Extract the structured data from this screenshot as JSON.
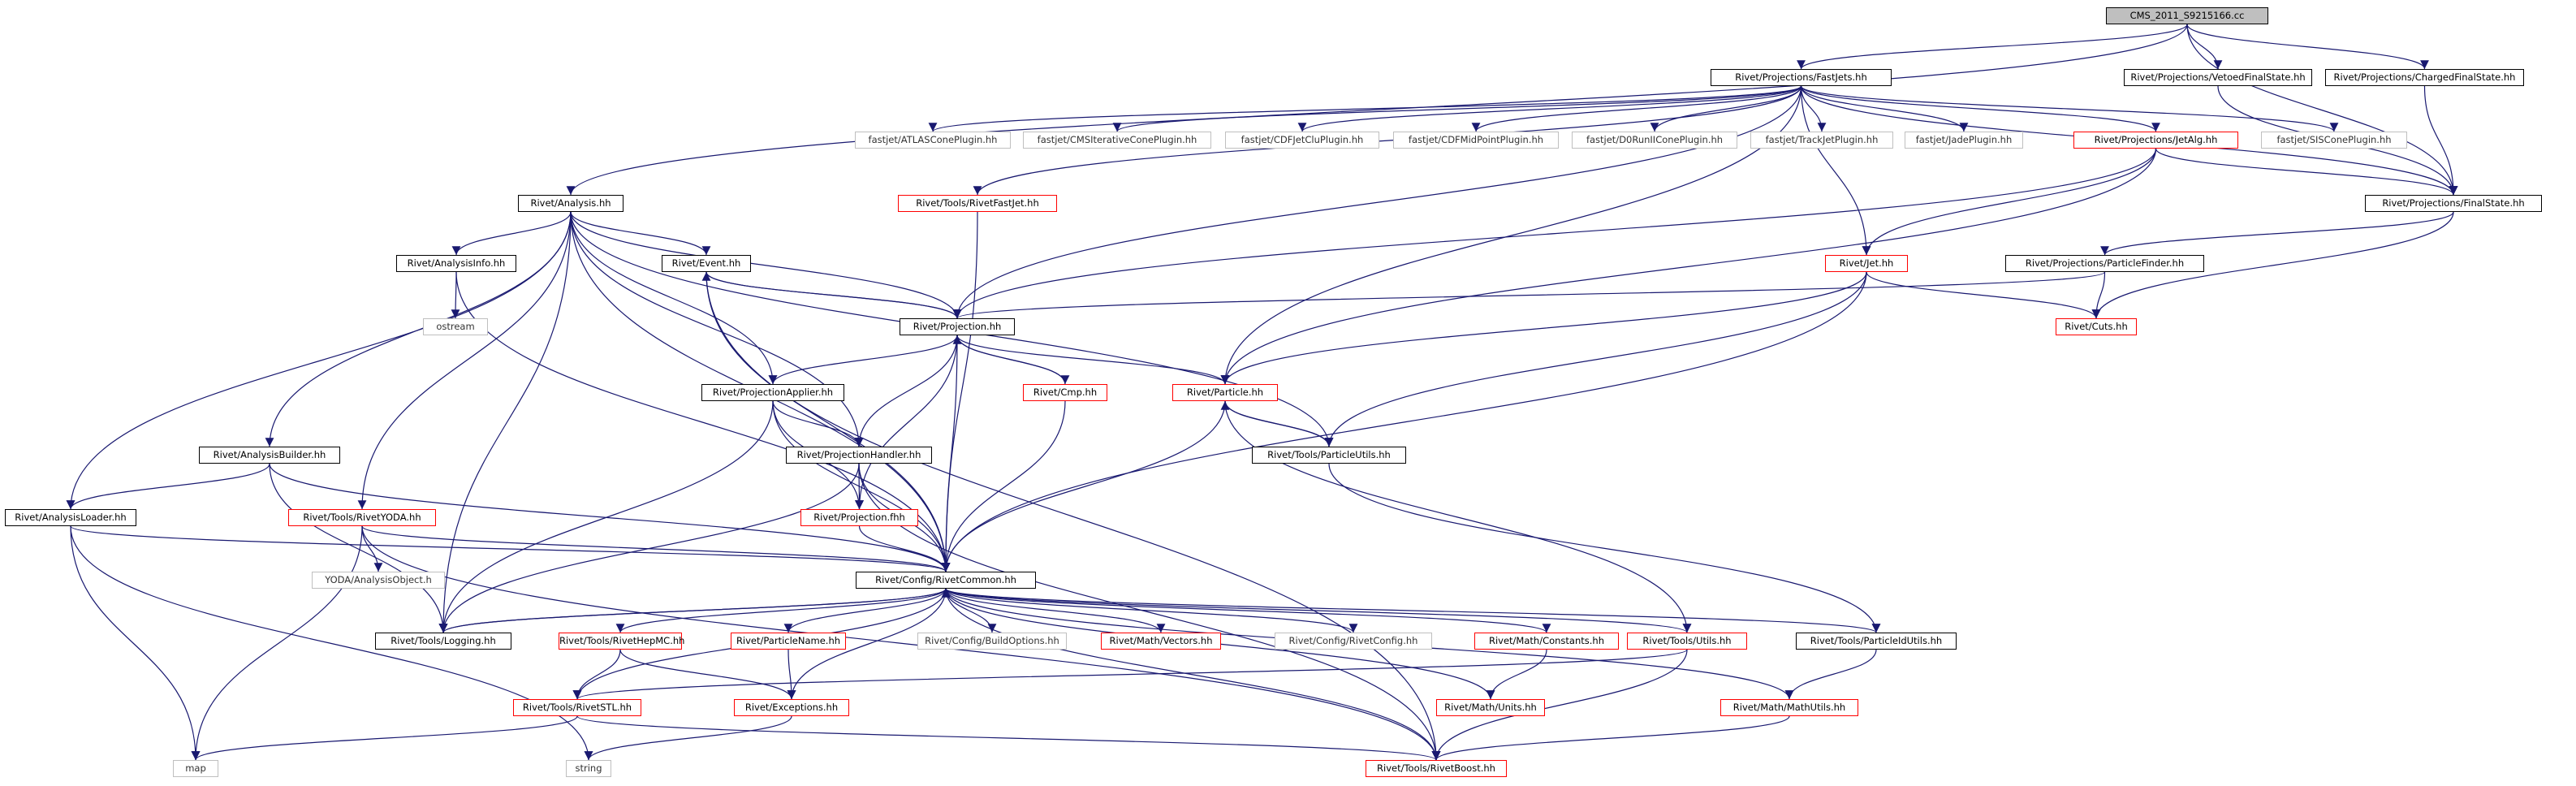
{
  "colors": {
    "edge": "#191970",
    "red_border": "#ff0000",
    "black_border": "#000000",
    "gray_border": "#bfbfbf",
    "root_fill": "#bfbfbf"
  },
  "nodes": [
    {
      "id": "root",
      "label": "CMS_2011_S9215166.cc",
      "kind": "root"
    },
    {
      "id": "fastjets",
      "label": "Rivet/Projections/FastJets.hh",
      "kind": "black"
    },
    {
      "id": "vetoed",
      "label": "Rivet/Projections/VetoedFinalState.hh",
      "kind": "black"
    },
    {
      "id": "charged",
      "label": "Rivet/Projections/ChargedFinalState.hh",
      "kind": "black"
    },
    {
      "id": "atlas",
      "label": "fastjet/ATLASConePlugin.hh",
      "kind": "gray"
    },
    {
      "id": "cmsit",
      "label": "fastjet/CMSIterativeConePlugin.hh",
      "kind": "gray"
    },
    {
      "id": "cdfclu",
      "label": "fastjet/CDFJetCluPlugin.hh",
      "kind": "gray"
    },
    {
      "id": "cdfmid",
      "label": "fastjet/CDFMidPointPlugin.hh",
      "kind": "gray"
    },
    {
      "id": "d0run",
      "label": "fastjet/D0RunIIConePlugin.hh",
      "kind": "gray"
    },
    {
      "id": "trackjet",
      "label": "fastjet/TrackJetPlugin.hh",
      "kind": "gray"
    },
    {
      "id": "jade",
      "label": "fastjet/JadePlugin.hh",
      "kind": "gray"
    },
    {
      "id": "jetalg",
      "label": "Rivet/Projections/JetAlg.hh",
      "kind": "red"
    },
    {
      "id": "siscone",
      "label": "fastjet/SISConePlugin.hh",
      "kind": "gray"
    },
    {
      "id": "analysis",
      "label": "Rivet/Analysis.hh",
      "kind": "black"
    },
    {
      "id": "rivetfastjet",
      "label": "Rivet/Tools/RivetFastJet.hh",
      "kind": "red"
    },
    {
      "id": "finalstate",
      "label": "Rivet/Projections/FinalState.hh",
      "kind": "black"
    },
    {
      "id": "analysisinfo",
      "label": "Rivet/AnalysisInfo.hh",
      "kind": "black"
    },
    {
      "id": "event",
      "label": "Rivet/Event.hh",
      "kind": "black"
    },
    {
      "id": "jet",
      "label": "Rivet/Jet.hh",
      "kind": "red"
    },
    {
      "id": "pfinder",
      "label": "Rivet/Projections/ParticleFinder.hh",
      "kind": "black"
    },
    {
      "id": "ostream",
      "label": "ostream",
      "kind": "gray"
    },
    {
      "id": "projection",
      "label": "Rivet/Projection.hh",
      "kind": "black"
    },
    {
      "id": "cuts",
      "label": "Rivet/Cuts.hh",
      "kind": "red"
    },
    {
      "id": "papplier",
      "label": "Rivet/ProjectionApplier.hh",
      "kind": "black"
    },
    {
      "id": "cmp",
      "label": "Rivet/Cmp.hh",
      "kind": "red"
    },
    {
      "id": "particle",
      "label": "Rivet/Particle.hh",
      "kind": "red"
    },
    {
      "id": "abuilder",
      "label": "Rivet/AnalysisBuilder.hh",
      "kind": "black"
    },
    {
      "id": "phandler",
      "label": "Rivet/ProjectionHandler.hh",
      "kind": "black"
    },
    {
      "id": "putils",
      "label": "Rivet/Tools/ParticleUtils.hh",
      "kind": "black"
    },
    {
      "id": "aloader",
      "label": "Rivet/AnalysisLoader.hh",
      "kind": "black"
    },
    {
      "id": "rivetyoda",
      "label": "Rivet/Tools/RivetYODA.hh",
      "kind": "red"
    },
    {
      "id": "projfhh",
      "label": "Rivet/Projection.fhh",
      "kind": "red"
    },
    {
      "id": "yodaao",
      "label": "YODA/AnalysisObject.h",
      "kind": "gray"
    },
    {
      "id": "common",
      "label": "Rivet/Config/RivetCommon.hh",
      "kind": "black"
    },
    {
      "id": "logging",
      "label": "Rivet/Tools/Logging.hh",
      "kind": "black"
    },
    {
      "id": "hepmc",
      "label": "Rivet/Tools/RivetHepMC.hh",
      "kind": "red"
    },
    {
      "id": "pname",
      "label": "Rivet/ParticleName.hh",
      "kind": "red"
    },
    {
      "id": "buildopt",
      "label": "Rivet/Config/BuildOptions.hh",
      "kind": "gray"
    },
    {
      "id": "vectors",
      "label": "Rivet/Math/Vectors.hh",
      "kind": "red"
    },
    {
      "id": "rivetconfig",
      "label": "Rivet/Config/RivetConfig.hh",
      "kind": "gray"
    },
    {
      "id": "constants",
      "label": "Rivet/Math/Constants.hh",
      "kind": "red"
    },
    {
      "id": "utils",
      "label": "Rivet/Tools/Utils.hh",
      "kind": "red"
    },
    {
      "id": "pidutils",
      "label": "Rivet/Tools/ParticleIdUtils.hh",
      "kind": "black"
    },
    {
      "id": "stl",
      "label": "Rivet/Tools/RivetSTL.hh",
      "kind": "red"
    },
    {
      "id": "exceptions",
      "label": "Rivet/Exceptions.hh",
      "kind": "red"
    },
    {
      "id": "units",
      "label": "Rivet/Math/Units.hh",
      "kind": "red"
    },
    {
      "id": "mathutils",
      "label": "Rivet/Math/MathUtils.hh",
      "kind": "red"
    },
    {
      "id": "map",
      "label": "map",
      "kind": "gray"
    },
    {
      "id": "string",
      "label": "string",
      "kind": "gray"
    },
    {
      "id": "boost",
      "label": "Rivet/Tools/RivetBoost.hh",
      "kind": "red"
    }
  ],
  "edges": [
    [
      "root",
      "fastjets"
    ],
    [
      "root",
      "vetoed"
    ],
    [
      "root",
      "charged"
    ],
    [
      "root",
      "analysis"
    ],
    [
      "root",
      "finalstate"
    ],
    [
      "fastjets",
      "atlas"
    ],
    [
      "fastjets",
      "cmsit"
    ],
    [
      "fastjets",
      "cdfclu"
    ],
    [
      "fastjets",
      "cdfmid"
    ],
    [
      "fastjets",
      "d0run"
    ],
    [
      "fastjets",
      "trackjet"
    ],
    [
      "fastjets",
      "jade"
    ],
    [
      "fastjets",
      "jetalg"
    ],
    [
      "fastjets",
      "siscone"
    ],
    [
      "fastjets",
      "rivetfastjet"
    ],
    [
      "fastjets",
      "finalstate"
    ],
    [
      "fastjets",
      "jet"
    ],
    [
      "fastjets",
      "particle"
    ],
    [
      "fastjets",
      "projection"
    ],
    [
      "vetoed",
      "finalstate"
    ],
    [
      "charged",
      "finalstate"
    ],
    [
      "jetalg",
      "finalstate"
    ],
    [
      "jetalg",
      "jet"
    ],
    [
      "jetalg",
      "particle"
    ],
    [
      "jetalg",
      "projection"
    ],
    [
      "rivetfastjet",
      "common"
    ],
    [
      "finalstate",
      "pfinder"
    ],
    [
      "finalstate",
      "cuts"
    ],
    [
      "pfinder",
      "projection"
    ],
    [
      "pfinder",
      "cuts"
    ],
    [
      "jet",
      "particle"
    ],
    [
      "jet",
      "putils"
    ],
    [
      "jet",
      "common"
    ],
    [
      "jet",
      "cuts"
    ],
    [
      "analysis",
      "analysisinfo"
    ],
    [
      "analysis",
      "event"
    ],
    [
      "analysis",
      "projection"
    ],
    [
      "analysis",
      "papplier"
    ],
    [
      "analysis",
      "phandler"
    ],
    [
      "analysis",
      "abuilder"
    ],
    [
      "analysis",
      "aloader"
    ],
    [
      "analysis",
      "rivetyoda"
    ],
    [
      "analysis",
      "logging"
    ],
    [
      "analysis",
      "common"
    ],
    [
      "analysis",
      "putils"
    ],
    [
      "analysisinfo",
      "ostream"
    ],
    [
      "analysisinfo",
      "common"
    ],
    [
      "event",
      "projection"
    ],
    [
      "event",
      "common"
    ],
    [
      "event",
      "boost"
    ],
    [
      "projection",
      "event"
    ],
    [
      "projection",
      "papplier"
    ],
    [
      "projection",
      "phandler"
    ],
    [
      "projection",
      "cmp"
    ],
    [
      "projection",
      "particle"
    ],
    [
      "projection",
      "projfhh"
    ],
    [
      "projection",
      "common"
    ],
    [
      "cmp",
      "projection"
    ],
    [
      "cmp",
      "common"
    ],
    [
      "particle",
      "putils"
    ],
    [
      "particle",
      "common"
    ],
    [
      "particle",
      "utils"
    ],
    [
      "putils",
      "particle"
    ],
    [
      "putils",
      "pidutils"
    ],
    [
      "papplier",
      "phandler"
    ],
    [
      "papplier",
      "projfhh"
    ],
    [
      "papplier",
      "logging"
    ],
    [
      "papplier",
      "common"
    ],
    [
      "phandler",
      "projfhh"
    ],
    [
      "phandler",
      "logging"
    ],
    [
      "phandler",
      "common"
    ],
    [
      "phandler",
      "boost"
    ],
    [
      "projfhh",
      "common"
    ],
    [
      "abuilder",
      "aloader"
    ],
    [
      "abuilder",
      "logging"
    ],
    [
      "abuilder",
      "common"
    ],
    [
      "aloader",
      "common"
    ],
    [
      "aloader",
      "map"
    ],
    [
      "aloader",
      "string"
    ],
    [
      "rivetyoda",
      "common"
    ],
    [
      "rivetyoda",
      "yodaao"
    ],
    [
      "rivetyoda",
      "map"
    ],
    [
      "rivetyoda",
      "boost"
    ],
    [
      "common",
      "logging"
    ],
    [
      "common",
      "hepmc"
    ],
    [
      "common",
      "pname"
    ],
    [
      "common",
      "buildopt"
    ],
    [
      "common",
      "vectors"
    ],
    [
      "common",
      "rivetconfig"
    ],
    [
      "common",
      "constants"
    ],
    [
      "common",
      "utils"
    ],
    [
      "common",
      "pidutils"
    ],
    [
      "common",
      "stl"
    ],
    [
      "common",
      "exceptions"
    ],
    [
      "common",
      "units"
    ],
    [
      "common",
      "mathutils"
    ],
    [
      "common",
      "boost"
    ],
    [
      "logging",
      "common"
    ],
    [
      "hepmc",
      "stl"
    ],
    [
      "hepmc",
      "exceptions"
    ],
    [
      "pname",
      "exceptions"
    ],
    [
      "constants",
      "units"
    ],
    [
      "utils",
      "stl"
    ],
    [
      "utils",
      "boost"
    ],
    [
      "pidutils",
      "mathutils"
    ],
    [
      "stl",
      "map"
    ],
    [
      "stl",
      "boost"
    ],
    [
      "exceptions",
      "string"
    ],
    [
      "mathutils",
      "boost"
    ]
  ]
}
